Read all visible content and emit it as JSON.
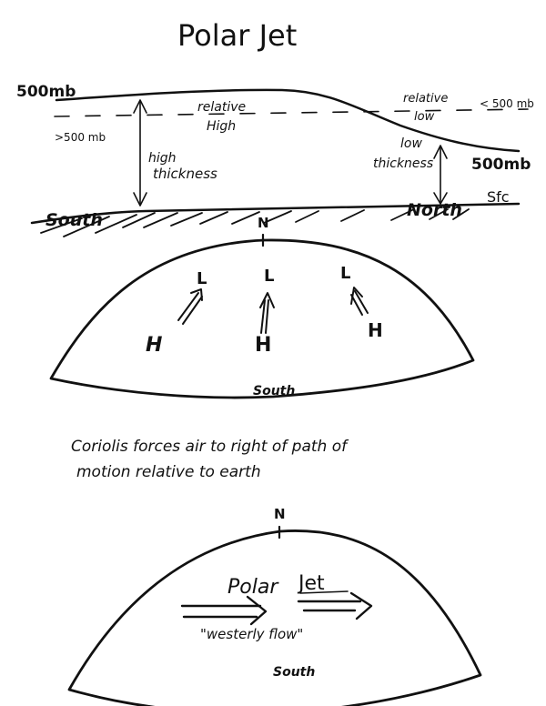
{
  "title": "Polar Jet",
  "cross_section": {
    "upper_label_left": "500mb",
    "upper_label_right": "500mb",
    "gt_label": ">500 mb",
    "lt_label": "< 500 mb",
    "relative_high_line1": "relative",
    "relative_high_line2": "High",
    "relative_low_line1": "relative",
    "relative_low_line2": "low",
    "high_thickness_line1": "high",
    "high_thickness_line2": "thickness",
    "low_thickness_line1": "low",
    "low_thickness_line2": "thickness",
    "surface_label": "Sfc",
    "south_label": "South",
    "north_label": "North"
  },
  "globe1": {
    "north_label": "N",
    "south_label": "South",
    "lows": [
      "L",
      "L",
      "L"
    ],
    "highs": [
      "H",
      "H",
      "H"
    ]
  },
  "caption": {
    "line1": "Coriolis forces air to right of path of",
    "line2": "motion relative to earth"
  },
  "globe2": {
    "north_label": "N",
    "south_label": "South",
    "jet_label_1": "Polar",
    "jet_label_2": "Jet",
    "flow_label": "\"westerly flow\""
  }
}
